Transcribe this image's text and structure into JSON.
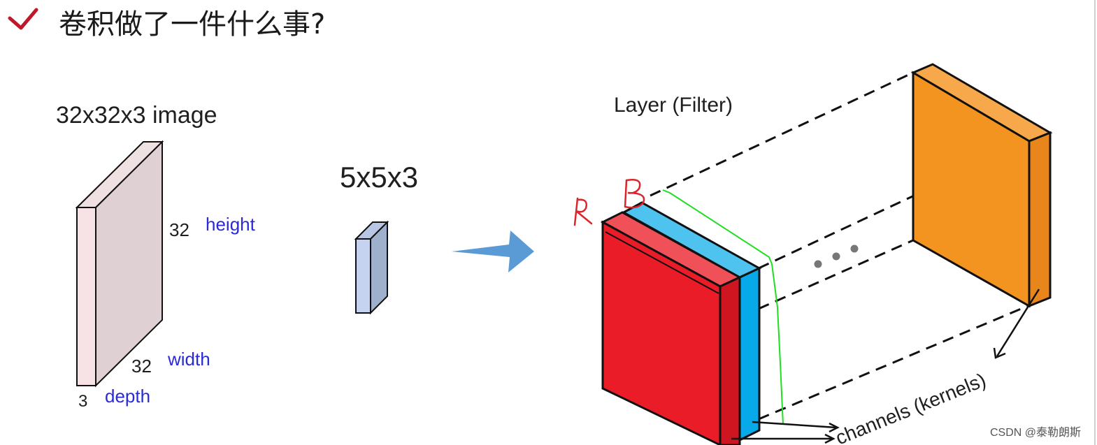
{
  "title": "卷积做了一件什么事?",
  "image_block": {
    "label": "32x32x3 image",
    "height_value": "32",
    "height_label": "height",
    "width_value": "32",
    "width_label": "width",
    "depth_value": "3",
    "depth_label": "depth"
  },
  "filter_block": {
    "label": "5x5x3"
  },
  "layer": {
    "label": "Layer (Filter)",
    "channels_label": "channels (kernels)",
    "annotation_r": "R",
    "annotation_b": "B"
  },
  "watermark": "CSDN @泰勒朗斯",
  "colors": {
    "check": "#c0182a",
    "image_front": "#f7e3e5",
    "image_side": "#dfd1d3",
    "filter_front": "#c6d3f0",
    "filter_side": "#9fb0cc",
    "arrow": "#5b9bd5",
    "red_layer": "#e91c27",
    "blue_layer": "#08a9e9",
    "orange_layer": "#f39320",
    "annotation": "#d8262c",
    "green_line": "#22dd22",
    "dots": "#777777"
  }
}
